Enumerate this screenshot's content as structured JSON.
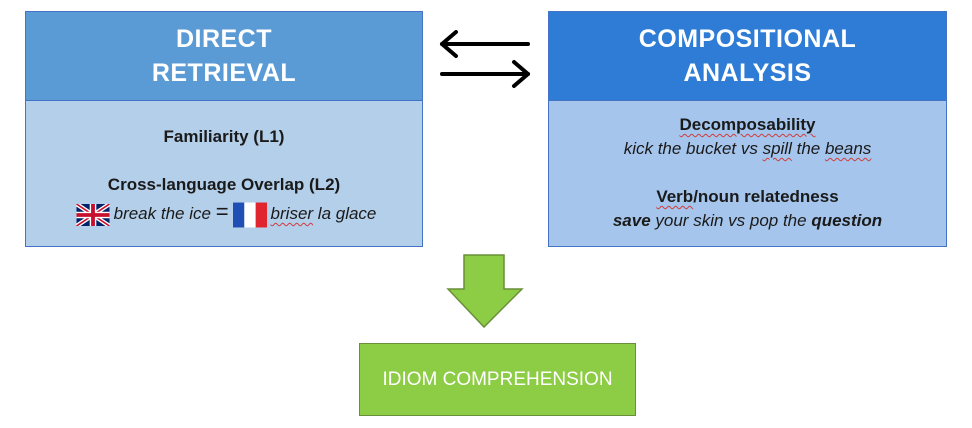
{
  "left_box": {
    "title_line1": "DIRECT",
    "title_line2": "RETRIEVAL",
    "familiarity": "Familiarity (L1)",
    "overlap": "Cross-language Overlap (L2)",
    "example_en": "break the ice",
    "equals": "=",
    "example_fr_word1": "briser",
    "example_fr_rest": " la glace"
  },
  "right_box": {
    "title_line1": "COMPOSITIONAL",
    "title_line2": "ANALYSIS",
    "decomposability": "Decomposability",
    "decomp_ex_a1": "kick the bucket vs ",
    "decomp_ex_spill": "spill",
    "decomp_ex_a2": " the ",
    "decomp_ex_beans": "beans",
    "relatedness_a": "Verb",
    "relatedness_b": "/noun relatedness",
    "rel_save": "save",
    "rel_mid": " your skin vs pop the ",
    "rel_question": "question"
  },
  "result_box": {
    "label": "IDIOM COMPREHENSION"
  },
  "icons": [
    "double-arrow-icon",
    "down-arrow-icon",
    "uk-flag-icon",
    "france-flag-icon"
  ],
  "colors": {
    "left_header": "#5b9bd5",
    "left_body": "#b4cfea",
    "right_header": "#2e7cd6",
    "right_body": "#a5c5ec",
    "arrow_green": "#8dcc45",
    "border": "#4472c4"
  }
}
